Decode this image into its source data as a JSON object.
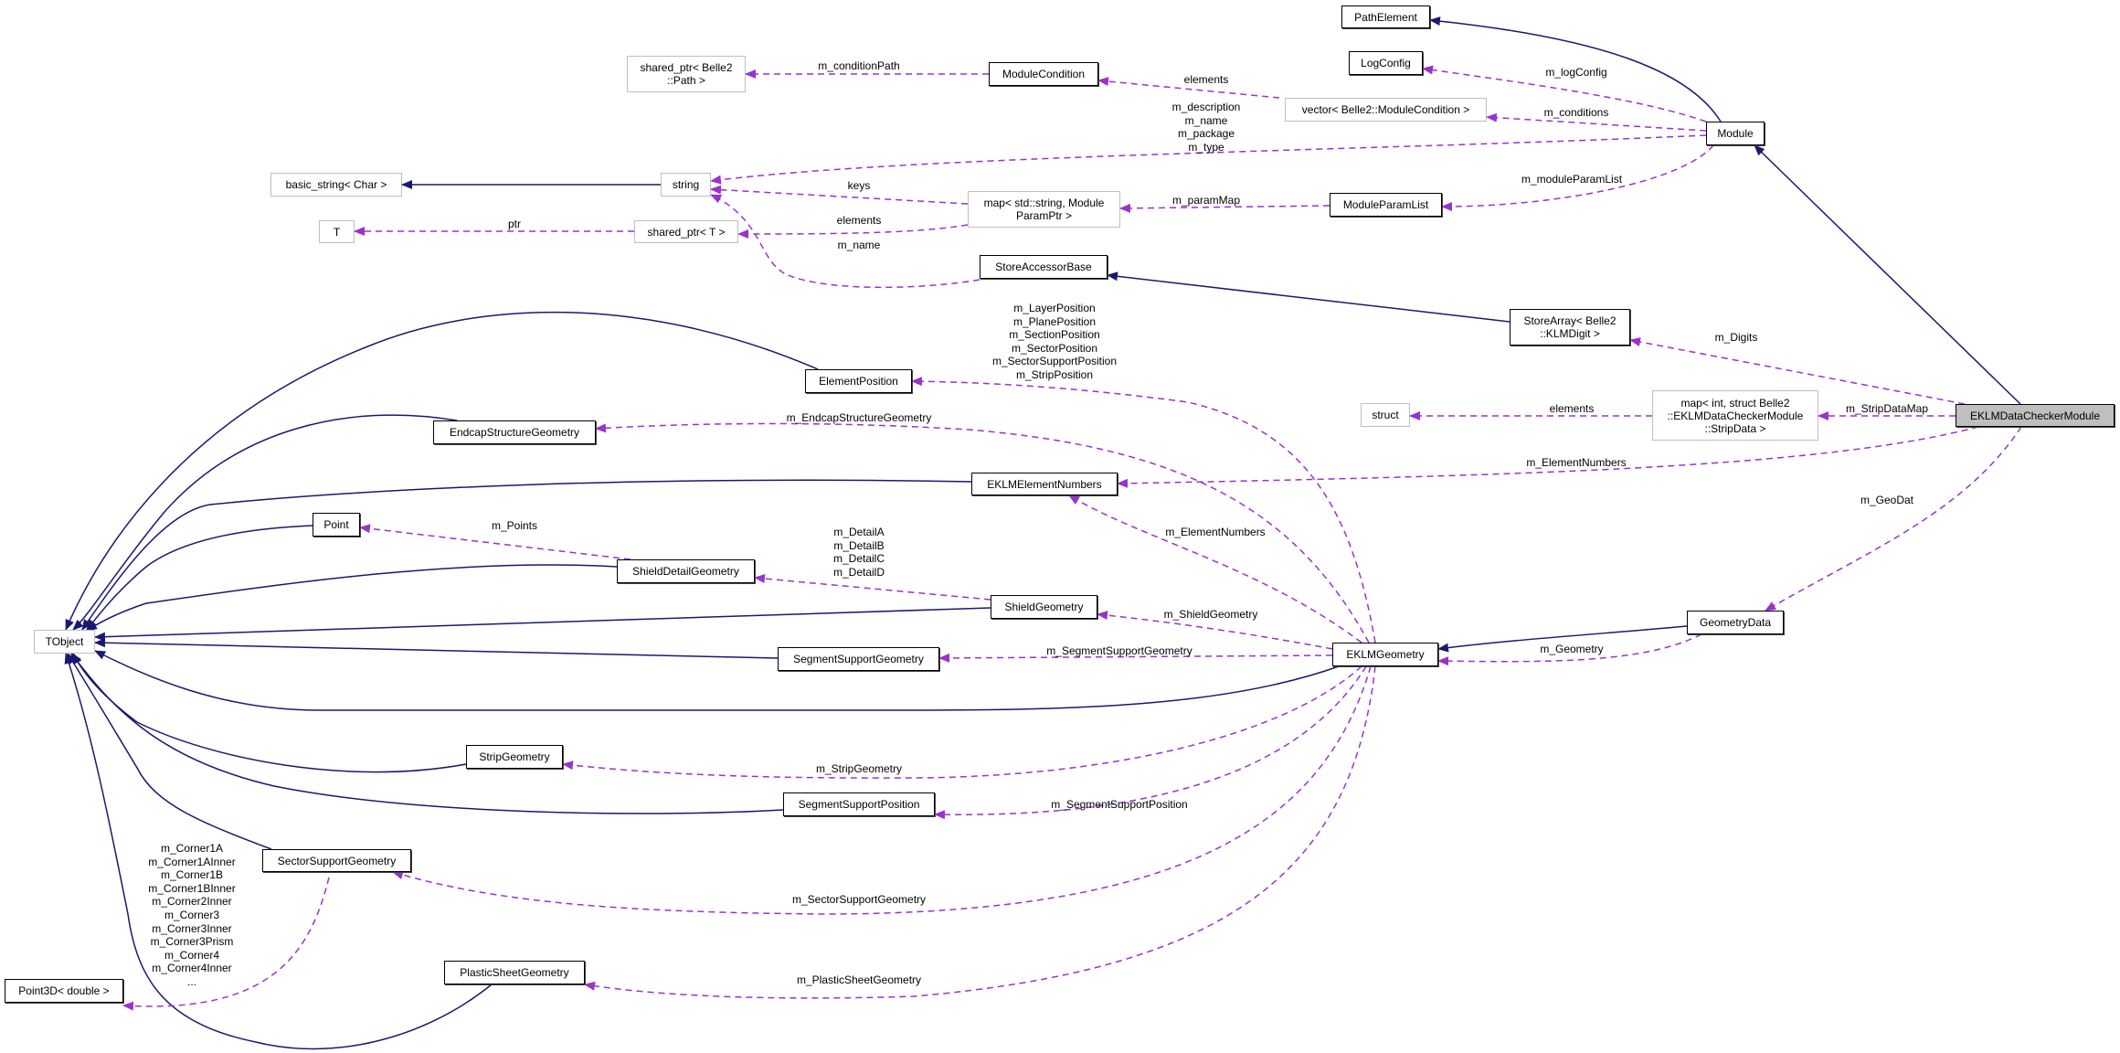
{
  "colors": {
    "inheritance": "#191970",
    "usage": "#9a32cd",
    "current_fill": "#bfbfbf",
    "external_border": "#bfbfbf"
  },
  "nodes": {
    "path_element": "PathElement",
    "log_config": "LogConfig",
    "shared_ptr_path": [
      "shared_ptr< Belle2",
      "::Path >"
    ],
    "module_condition": "ModuleCondition",
    "vector_module_condition": "vector< Belle2::ModuleCondition >",
    "module": "Module",
    "basic_string": "basic_string< Char >",
    "string": "string",
    "map_string_param": [
      "map< std::string, Module",
      "ParamPtr >"
    ],
    "module_param_list": "ModuleParamList",
    "t": "T",
    "shared_ptr_t": "shared_ptr< T >",
    "store_accessor_base": "StoreAccessorBase",
    "store_array": [
      "StoreArray< Belle2",
      "::KLMDigit >"
    ],
    "element_position": "ElementPosition",
    "struct": "struct",
    "map_int_strip": [
      "map< int, struct Belle2",
      "::EKLMDataCheckerModule",
      "::StripData >"
    ],
    "eklm_data_checker_module": "EKLMDataCheckerModule",
    "endcap_structure_geometry": "EndcapStructureGeometry",
    "eklm_element_numbers": "EKLMElementNumbers",
    "point": "Point",
    "shield_detail_geometry": "ShieldDetailGeometry",
    "shield_geometry": "ShieldGeometry",
    "tobject": "TObject",
    "segment_support_geometry": "SegmentSupportGeometry",
    "eklm_geometry": "EKLMGeometry",
    "geometry_data": "GeometryData",
    "strip_geometry": "StripGeometry",
    "segment_support_position": "SegmentSupportPosition",
    "sector_support_geometry": "SectorSupportGeometry",
    "point3d": "Point3D< double >",
    "plastic_sheet_geometry": "PlasticSheetGeometry"
  },
  "edge_labels": {
    "condition_path": "m_conditionPath",
    "vector_elements": "elements",
    "log_config": "m_logConfig",
    "conditions": "m_conditions",
    "module_strings": [
      "m_description",
      "m_name",
      "m_package",
      "m_type"
    ],
    "module_param_list": "m_moduleParamList",
    "param_map": "m_paramMap",
    "keys": "keys",
    "map_elements": "elements",
    "ptr": "ptr",
    "store_name": "m_name",
    "digits": "m_Digits",
    "strip_data_map": "m_StripDataMap",
    "struct_elements": "elements",
    "element_numbers_top": "m_ElementNumbers",
    "geo_dat": "m_GeoDat",
    "geometry": "m_Geometry",
    "positions": [
      "m_LayerPosition",
      "m_PlanePosition",
      "m_SectionPosition",
      "m_SectorPosition",
      "m_SectorSupportPosition",
      "m_StripPosition"
    ],
    "endcap_structure_geometry": "m_EndcapStructureGeometry",
    "element_numbers": "m_ElementNumbers",
    "shield_geometry": "m_ShieldGeometry",
    "details": [
      "m_DetailA",
      "m_DetailB",
      "m_DetailC",
      "m_DetailD"
    ],
    "points": "m_Points",
    "segment_support_geometry": "m_SegmentSupportGeometry",
    "strip_geometry": "m_StripGeometry",
    "segment_support_position": "m_SegmentSupportPosition",
    "sector_support_geometry": "m_SectorSupportGeometry",
    "plastic_sheet_geometry": "m_PlasticSheetGeometry",
    "corners": [
      "m_Corner1A",
      "m_Corner1AInner",
      "m_Corner1B",
      "m_Corner1BInner",
      "m_Corner2Inner",
      "m_Corner3",
      "m_Corner3Inner",
      "m_Corner3Prism",
      "m_Corner4",
      "m_Corner4Inner",
      "..."
    ]
  }
}
